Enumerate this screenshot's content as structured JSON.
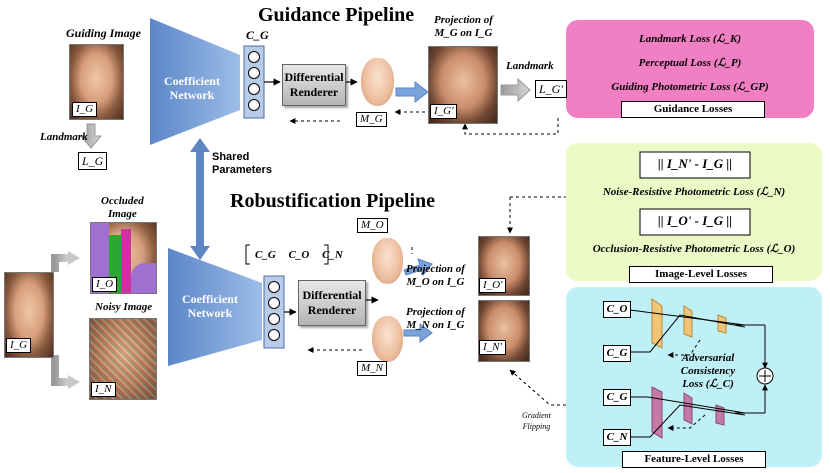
{
  "colors": {
    "network_blue": "#7aa3dc",
    "guidance_losses_bg": "#f07fc4",
    "image_losses_bg": "#ecf9c6",
    "feature_losses_bg": "#bff0f6",
    "yellow_layer": "#f2c576",
    "purple_layer": "#c47aa4"
  },
  "guidance": {
    "title": "Guidance Pipeline",
    "guiding_image_label": "Guiding Image",
    "ig_label": "I_G",
    "landmark_label": "Landmark",
    "lg_label": "L_G",
    "network_label_1": "Coefficient",
    "network_label_2": "Network",
    "cg_label": "C_G",
    "renderer_1": "Differential",
    "renderer_2": "Renderer",
    "mg_label": "M_G",
    "projection_1": "Projection of",
    "projection_2": "M_G on I_G",
    "ig_prime_label": "I_G'",
    "landmark_out_label": "Landmark",
    "lg_prime_label": "L_G'"
  },
  "shared": {
    "label_1": "Shared",
    "label_2": "Parameters"
  },
  "robust": {
    "title": "Robustification Pipeline",
    "occluded_1": "Occluded",
    "occluded_2": "Image",
    "io_label": "I_O",
    "noisy_label": "Noisy Image",
    "in_label": "I_N",
    "ig_label": "I_G",
    "network_label_1": "Coefficient",
    "network_label_2": "Network",
    "coef_labels": [
      "C_G",
      "C_O",
      "C_N"
    ],
    "mo_label": "M_O",
    "mn_label": "M_N",
    "renderer_1": "Differential",
    "renderer_2": "Renderer",
    "proj_o_1": "Projection of",
    "proj_o_2": "M_O on I_G",
    "proj_n_1": "Projection of",
    "proj_n_2": "M_N on I_G",
    "io_prime_label": "I_O'",
    "in_prime_label": "I_N'",
    "gradient_1": "Gradient",
    "gradient_2": "Flipping"
  },
  "guidance_losses": {
    "items": [
      "Landmark Loss (ℒ_K)",
      "Perceptual Loss (ℒ_P)",
      "Guiding Photometric Loss (ℒ_GP)"
    ],
    "title": "Guidance Losses"
  },
  "image_losses": {
    "formula_n": "|| I_N' - I_G ||",
    "noise_label": "Noise-Resistive Photometric Loss (ℒ_N)",
    "formula_o": "|| I_O' - I_G ||",
    "occlusion_label": "Occlusion-Resistive Photometric Loss (ℒ_O)",
    "title": "Image-Level Losses"
  },
  "feature_losses": {
    "co": "C_O",
    "cg_top": "C_G",
    "cg_bottom": "C_G",
    "cn": "C_N",
    "adv_1": "Adversarial",
    "adv_2": "Consistency",
    "adv_3": "Loss (ℒ_C)",
    "plus": "+",
    "title": "Feature-Level Losses"
  }
}
